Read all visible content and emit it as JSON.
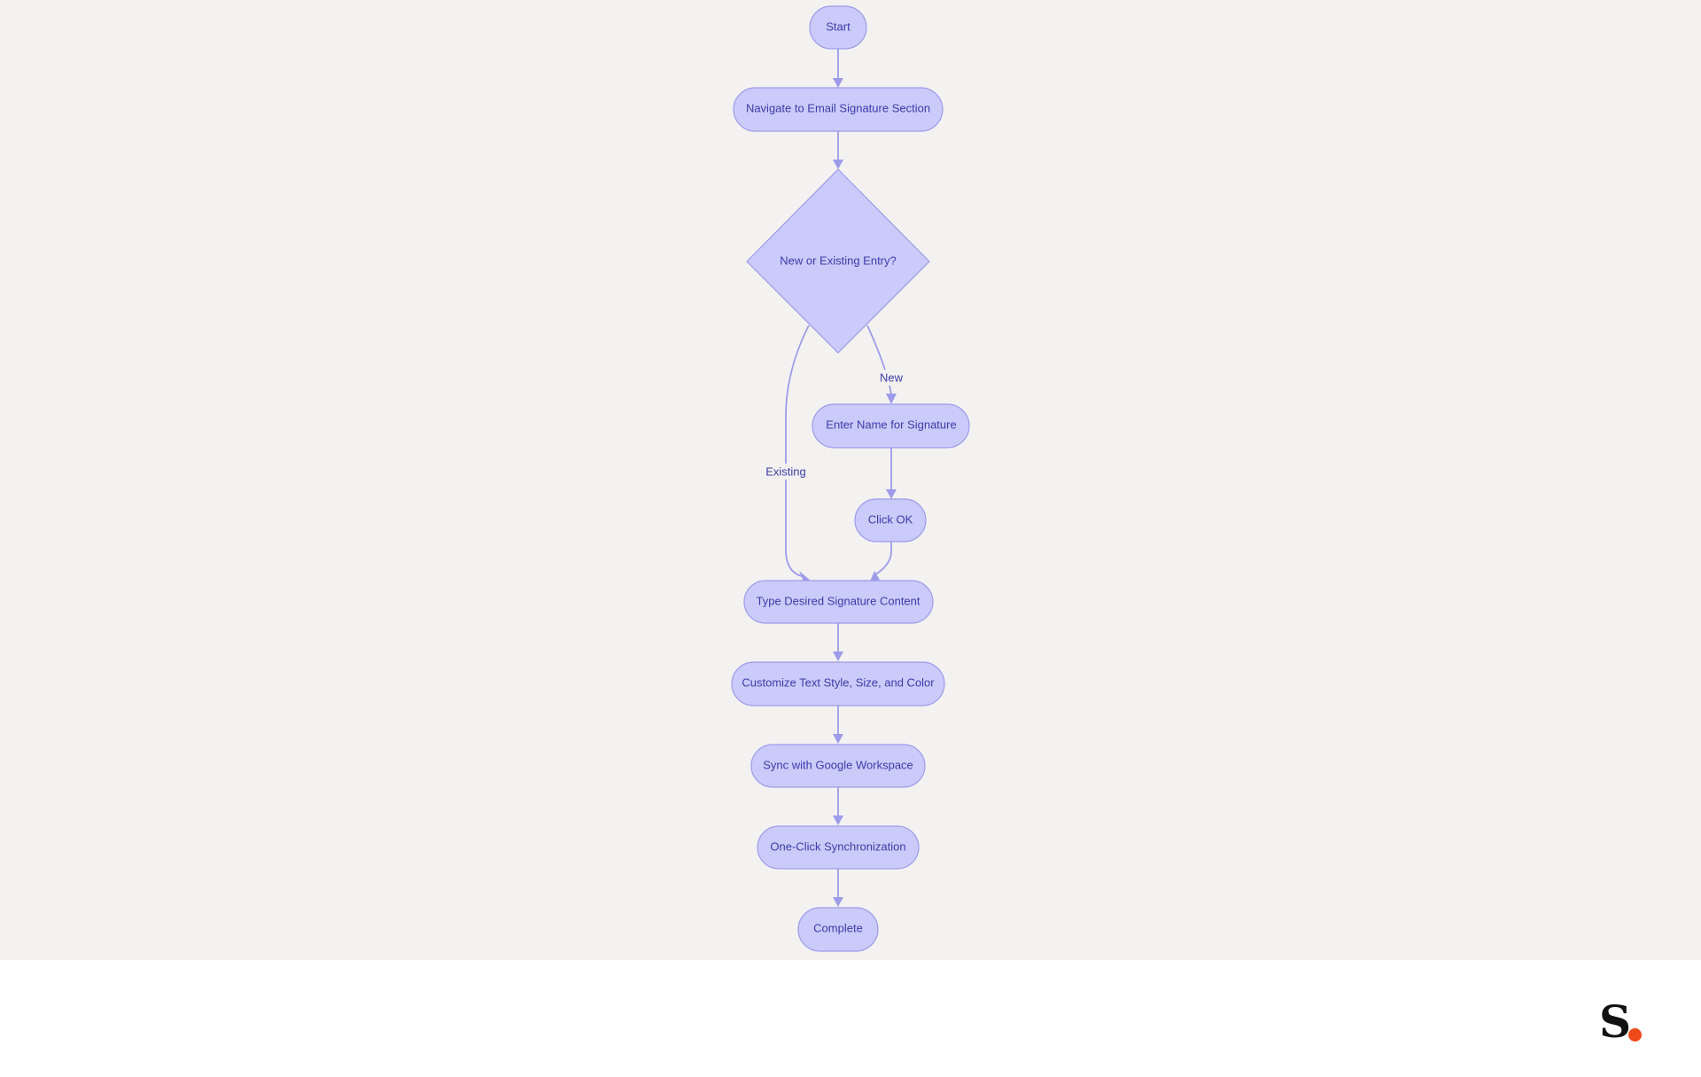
{
  "diagram": {
    "nodes": {
      "start": "Start",
      "navigate": "Navigate to Email Signature Section",
      "decision": "New or Existing Entry?",
      "enter_name": "Enter Name for Signature",
      "click_ok": "Click OK",
      "type_content": "Type Desired Signature Content",
      "customize": "Customize Text Style, Size, and Color",
      "sync": "Sync with Google Workspace",
      "one_click": "One-Click Synchronization",
      "complete": "Complete"
    },
    "edges": {
      "new_label": "New",
      "existing_label": "Existing"
    }
  },
  "footer": {
    "logo_text": "S",
    "logo_dot_color": "#ee4a1a"
  },
  "colors": {
    "node_fill": "#cbcbfb",
    "node_stroke": "#9d9bea",
    "text": "#3b3ba8",
    "background": "#f3f2f1"
  }
}
